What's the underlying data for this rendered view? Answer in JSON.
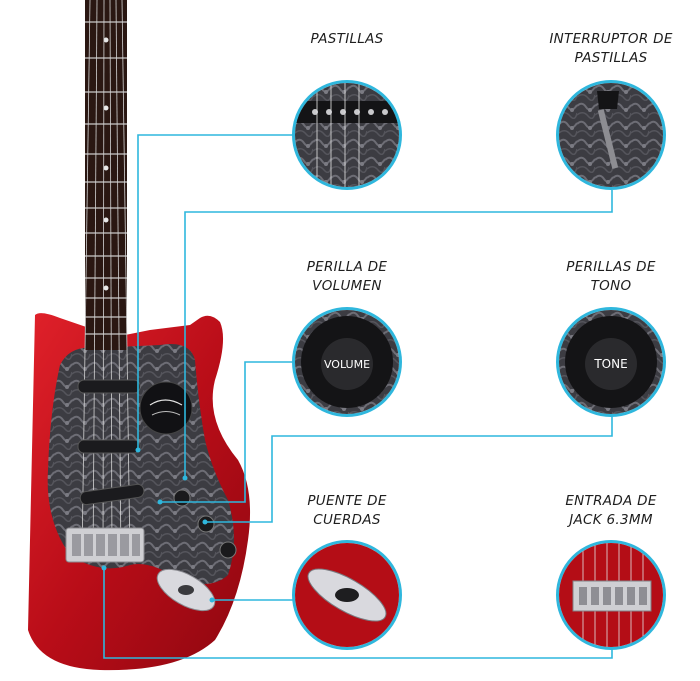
{
  "labels": {
    "pastillas": [
      "PASTILLAS"
    ],
    "interruptor": [
      "INTERRUPTOR DE",
      "PASTILLAS"
    ],
    "volumen": [
      "PERILLA DE",
      "VOLUMEN"
    ],
    "tono": [
      "PERILLAS DE",
      "TONO"
    ],
    "puente": [
      "PUENTE DE",
      "CUERDAS"
    ],
    "jack": [
      "ENTRADA DE",
      "JACK 6.3MM"
    ]
  },
  "knobs": {
    "volume_text": "VOLUME",
    "tone_text": "TONE"
  },
  "colors": {
    "accent_line": "#2fb7dd",
    "body_red": "#c8101a",
    "pickguard": "#3a3a3f"
  }
}
